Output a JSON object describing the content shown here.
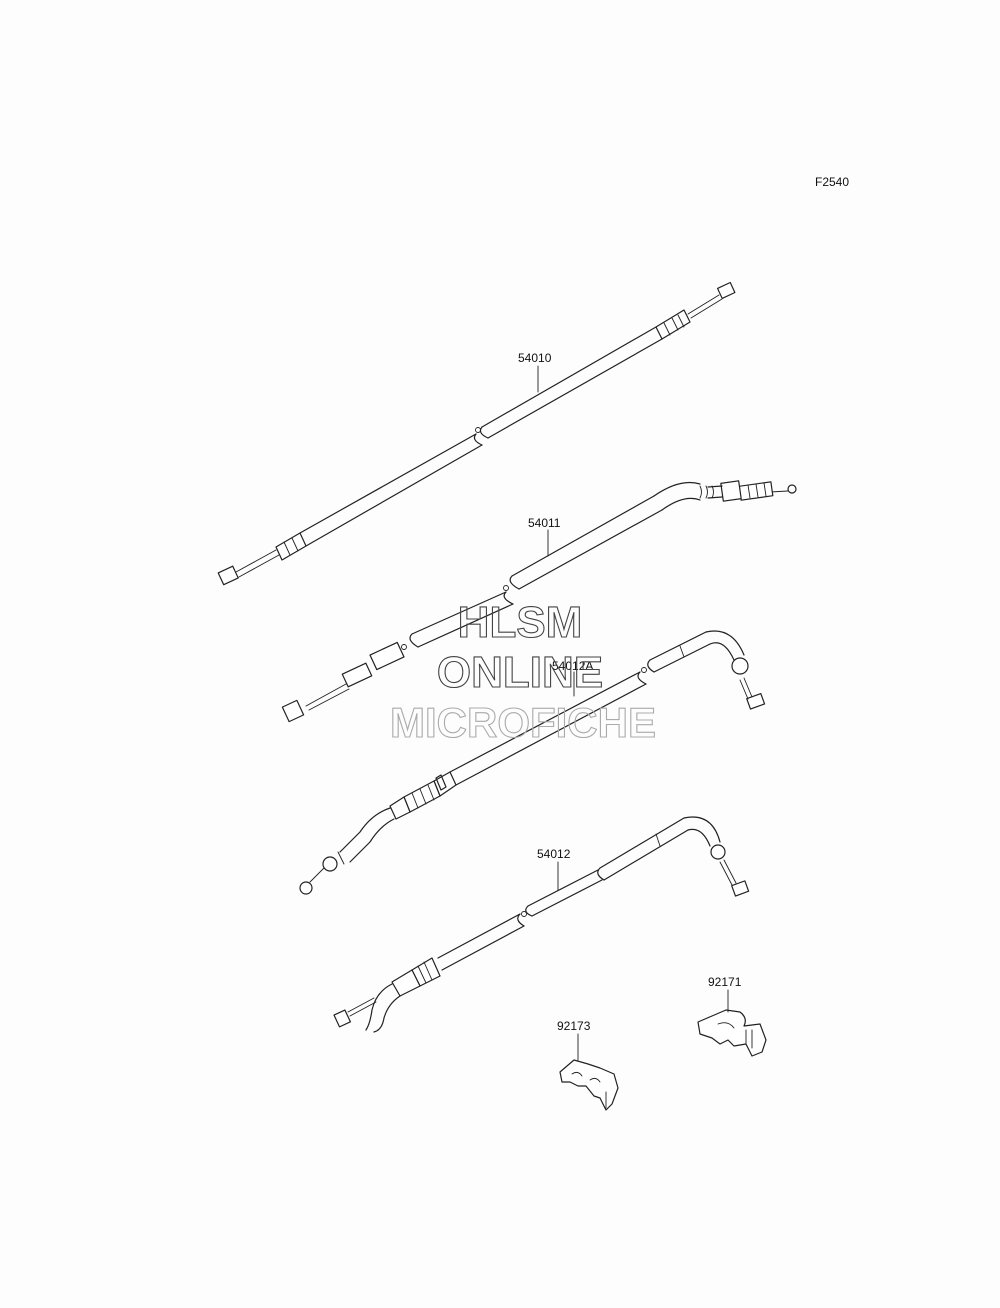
{
  "figure_code": "F2540",
  "parts": {
    "p54010": "54010",
    "p54011": "54011",
    "p54012a": "54012A",
    "p54012": "54012",
    "p92171": "92171",
    "p92173": "92173"
  },
  "watermark": {
    "line1": "HLSM",
    "line2": "ONLINE",
    "line3": "MICROFICHE"
  }
}
